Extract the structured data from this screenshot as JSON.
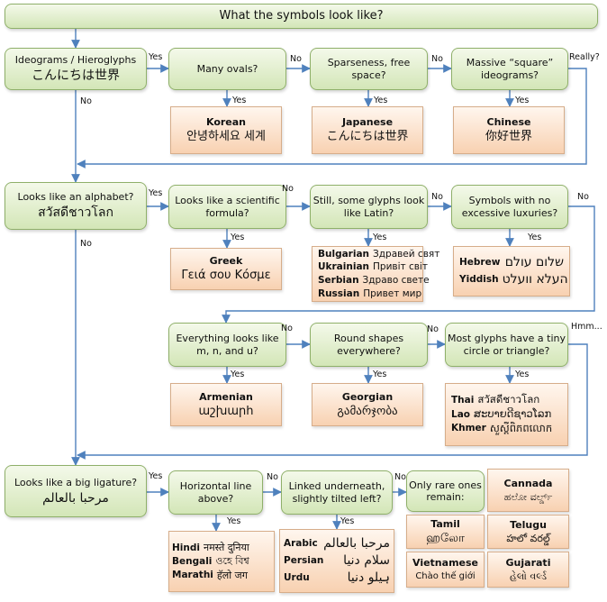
{
  "title": "What the symbols look like?",
  "nodes": {
    "ideograms": {
      "text": "Ideograms / Hieroglyphs",
      "sample": "こんにちは世界"
    },
    "many_ovals": {
      "text": "Many ovals?"
    },
    "sparseness": {
      "text": "Sparseness, free space?"
    },
    "massive_square": {
      "text": "Massive “square” ideograms?"
    },
    "alphabet": {
      "text": "Looks like an alphabet?",
      "sample": "สวัสดีชาวโลก"
    },
    "scientific": {
      "text": "Looks like a scientific formula?"
    },
    "latin_glyphs": {
      "text": "Still, some glyphs look like Latin?"
    },
    "no_luxuries": {
      "text": "Symbols with no excessive luxuries?"
    },
    "mnu": {
      "text": "Everything looks like m, n, and u?"
    },
    "round_shapes": {
      "text": "Round shapes everywhere?"
    },
    "tiny_circle": {
      "text": "Most glyphs have a tiny circle or triangle?"
    },
    "ligature": {
      "text": "Looks like a big ligature?",
      "sample": "مرحبا بالعالم"
    },
    "horizontal_line": {
      "text": "Horizontal line above?"
    },
    "linked_underneath": {
      "text": "Linked underneath, slightly tilted left?"
    },
    "rare_ones": {
      "text": "Only rare ones remain:"
    }
  },
  "results": {
    "korean": {
      "name": "Korean",
      "sample": "안녕하세요 세계"
    },
    "japanese": {
      "name": "Japanese",
      "sample": "こんにちは世界"
    },
    "chinese": {
      "name": "Chinese",
      "sample": "你好世界"
    },
    "greek": {
      "name": "Greek",
      "sample": "Γειά σου Κόσμε"
    },
    "cyrillic": [
      {
        "name": "Bulgarian",
        "sample": "Здравей свят"
      },
      {
        "name": "Ukrainian",
        "sample": "Привіт світ"
      },
      {
        "name": "Serbian",
        "sample": "Здраво свете"
      },
      {
        "name": "Russian",
        "sample": "Привет мир"
      }
    ],
    "hebrew": [
      {
        "name": "Hebrew",
        "sample": "שלום עולם"
      },
      {
        "name": "Yiddish",
        "sample": "העלא וועלט"
      }
    ],
    "armenian": {
      "name": "Armenian",
      "sample": "աշխարհ"
    },
    "georgian": {
      "name": "Georgian",
      "sample": "გამარჯობა"
    },
    "southeast": [
      {
        "name": "Thai",
        "sample": "สวัสดีชาวโลก"
      },
      {
        "name": "Lao",
        "sample": "ສະບາຍດີຊາວໂລກ"
      },
      {
        "name": "Khmer",
        "sample": "សួស្តីពិភពលោក"
      }
    ],
    "indic": [
      {
        "name": "Hindi",
        "sample": "नमस्ते दुनिया"
      },
      {
        "name": "Bengali",
        "sample": "ওহে বিশ্ব"
      },
      {
        "name": "Marathi",
        "sample": "हॅलो जग"
      }
    ],
    "arabic": [
      {
        "name": "Arabic",
        "sample": "مرحبا بالعالم"
      },
      {
        "name": "Persian",
        "sample": "سلام دنیا"
      },
      {
        "name": "Urdu",
        "sample": "ہیلو دنیا"
      }
    ],
    "kannada": {
      "name": "Cannada",
      "sample": "ಹಲೋ ವರ್ಲ್ಡ್"
    },
    "tamil": {
      "name": "Tamil",
      "sample": "ஹலோ"
    },
    "telugu": {
      "name": "Telugu",
      "sample": "హలో వరల్డ్"
    },
    "vietnamese": {
      "name": "Vietnamese",
      "sample": "Chào thế giới"
    },
    "gujarati": {
      "name": "Gujarati",
      "sample": "હેલો વર્લ્ડ"
    }
  },
  "labels": {
    "yes": "Yes",
    "no": "No",
    "really": "Really?",
    "hmm": "Hmm..."
  }
}
